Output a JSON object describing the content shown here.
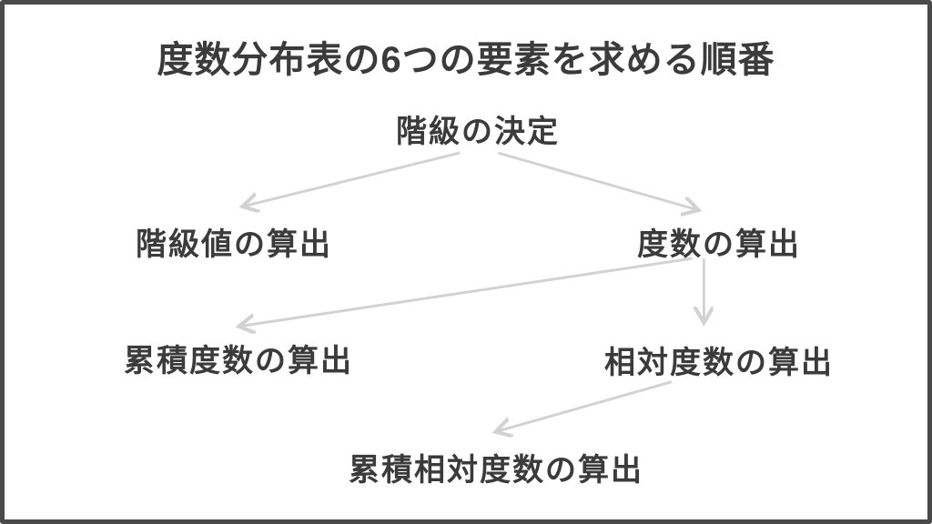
{
  "page": {
    "title": "度数分布表の6つの要素を求める順番"
  },
  "diagram": {
    "nodes": {
      "class_decision": {
        "label": "階級の決定"
      },
      "class_value": {
        "label": "階級値の算出"
      },
      "frequency": {
        "label": "度数の算出"
      },
      "cumulative_frequency": {
        "label": "累積度数の算出"
      },
      "relative_frequency": {
        "label": "相対度数の算出"
      },
      "cumulative_relative_frequency": {
        "label": "累積相対度数の算出"
      }
    },
    "edges": [
      {
        "from": "class_decision",
        "to": "class_value"
      },
      {
        "from": "class_decision",
        "to": "frequency"
      },
      {
        "from": "frequency",
        "to": "cumulative_frequency"
      },
      {
        "from": "frequency",
        "to": "relative_frequency"
      },
      {
        "from": "relative_frequency",
        "to": "cumulative_relative_frequency"
      }
    ],
    "colors": {
      "text": "#3b3b3b",
      "arrow": "#d2d2d2",
      "border": "#4a4a4a",
      "background": "#ffffff"
    }
  }
}
